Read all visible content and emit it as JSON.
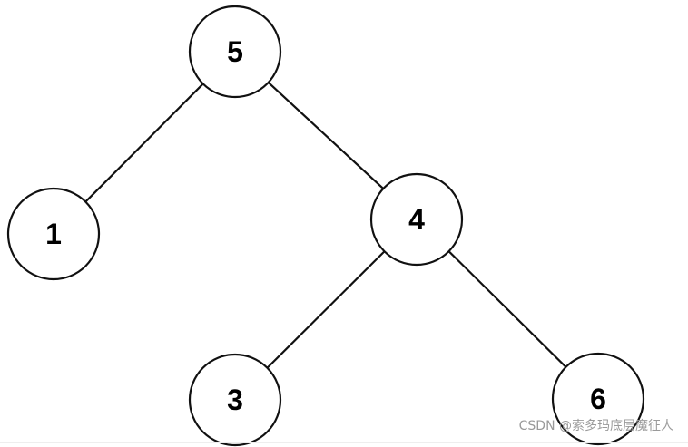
{
  "diagram": {
    "type": "binary-tree",
    "nodes": [
      {
        "id": "n5",
        "label": "5"
      },
      {
        "id": "n1",
        "label": "1"
      },
      {
        "id": "n4",
        "label": "4"
      },
      {
        "id": "n3",
        "label": "3"
      },
      {
        "id": "n6",
        "label": "6"
      }
    ],
    "edges": [
      {
        "from": "n5",
        "to": "n1"
      },
      {
        "from": "n5",
        "to": "n4"
      },
      {
        "from": "n4",
        "to": "n3"
      },
      {
        "from": "n4",
        "to": "n6"
      }
    ]
  },
  "watermark": {
    "text": "CSDN @索多玛底层魔征人"
  },
  "colors": {
    "stroke": "#111111",
    "node_fill": "#ffffff",
    "label": "#000000",
    "watermark": "#9a9a9a"
  }
}
